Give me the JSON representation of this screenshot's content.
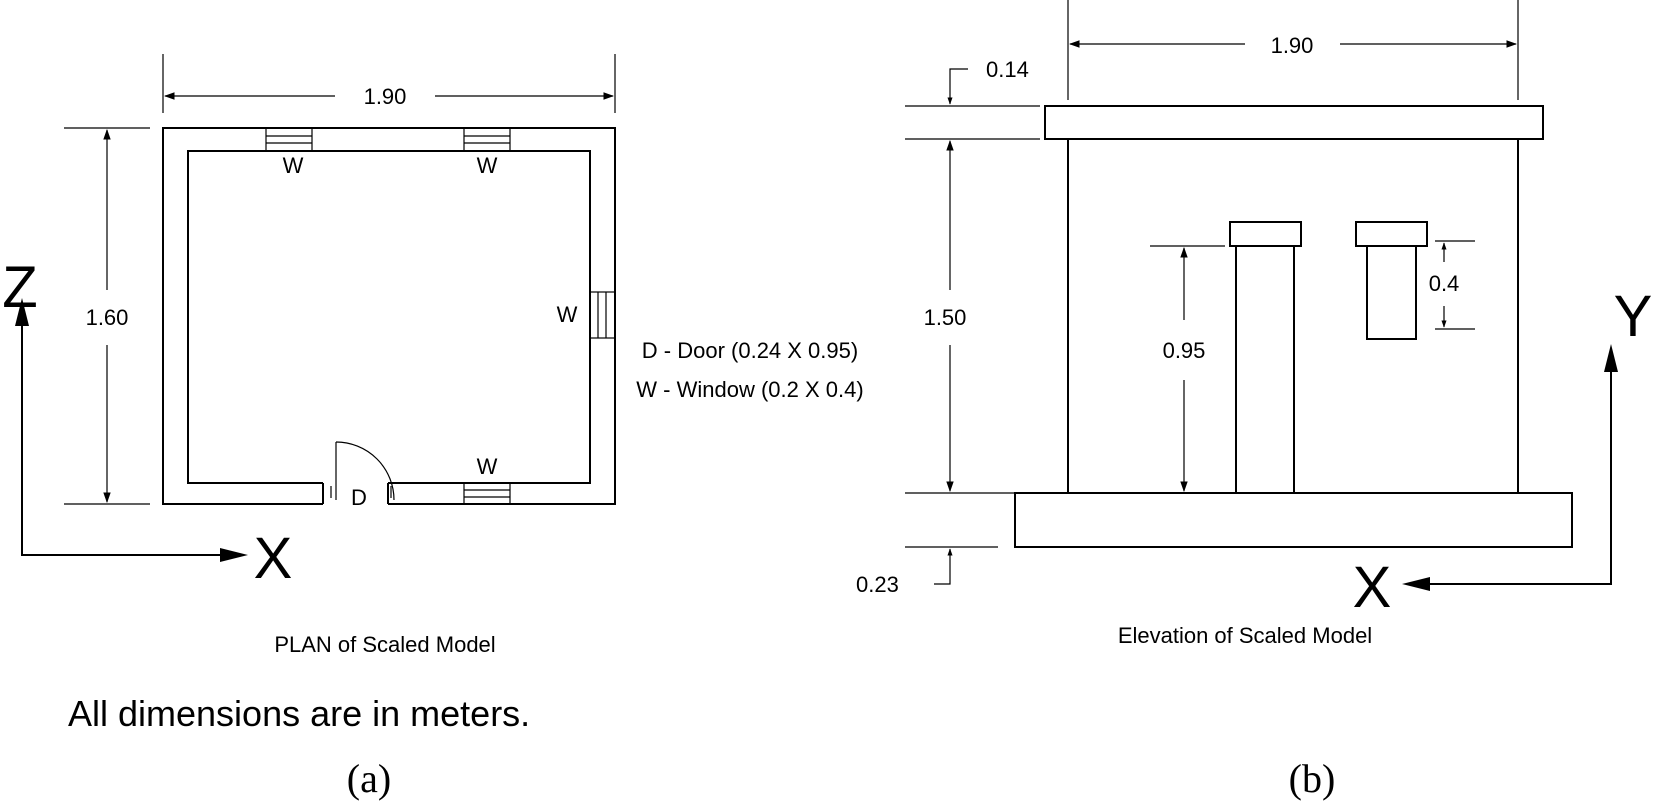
{
  "plan": {
    "width_dim": "1.90",
    "depth_dim": "1.60",
    "axis_vertical": "Z",
    "axis_horizontal": "X",
    "window_top_left": "W",
    "window_top_right": "W",
    "window_right": "W",
    "window_bottom": "W",
    "door": "D",
    "caption": "PLAN of Scaled Model"
  },
  "legend": {
    "door": "D - Door (0.24 X 0.95)",
    "window": "W - Window (0.2 X 0.4)"
  },
  "elevation": {
    "width_dim": "1.90",
    "roof_dim": "0.14",
    "wall_height_dim": "1.50",
    "base_dim": "0.23",
    "door_height_dim": "0.95",
    "window_height_dim": "0.4",
    "axis_vertical": "Y",
    "axis_horizontal": "X",
    "caption": "Elevation of Scaled Model"
  },
  "note": "All dimensions are in meters.",
  "panel_labels": {
    "a": "(a)",
    "b": "(b)"
  }
}
